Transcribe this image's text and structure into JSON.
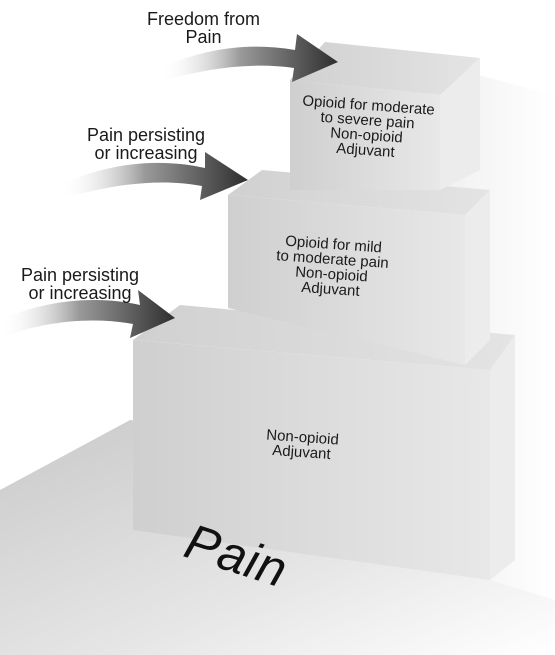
{
  "base_label": "Pain",
  "steps": [
    {
      "lines": [
        "Non-opioid",
        "Adjuvant"
      ]
    },
    {
      "lines": [
        "Opioid for mild",
        "to moderate pain",
        "Non-opioid",
        "Adjuvant"
      ]
    },
    {
      "lines": [
        "Opioid for moderate",
        "to severe pain",
        "Non-opioid",
        "Adjuvant"
      ]
    }
  ],
  "arrows": [
    {
      "lines": [
        "Pain persisting",
        "or increasing"
      ]
    },
    {
      "lines": [
        "Pain persisting",
        "or increasing"
      ]
    },
    {
      "lines": [
        "Freedom from",
        "Pain"
      ]
    }
  ]
}
